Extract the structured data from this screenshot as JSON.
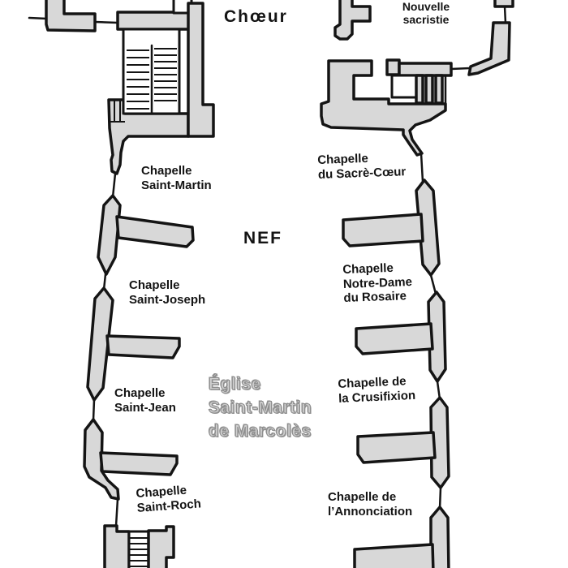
{
  "plan": {
    "title": {
      "line1": "Église",
      "line2": "Saint-Martin",
      "line3": "de Marcolès"
    },
    "areas": {
      "choeur": "Chœur",
      "nef": "NEF",
      "nouvelle_sacristie": {
        "line1": "Nouvelle",
        "line2": "sacristie"
      }
    },
    "chapels": {
      "saint_martin": {
        "line1": "Chapelle",
        "line2": "Saint-Martin"
      },
      "sacre_coeur": {
        "line1": "Chapelle",
        "line2": "du Sacrè-Cœur"
      },
      "saint_joseph": {
        "line1": "Chapelle",
        "line2": "Saint-Joseph"
      },
      "notre_dame_du_rosaire": {
        "line1": "Chapelle",
        "line2": "Notre-Dame",
        "line3": "du Rosaire"
      },
      "saint_jean": {
        "line1": "Chapelle",
        "line2": "Saint-Jean"
      },
      "crucifixion": {
        "line1": "Chapelle de",
        "line2": "la Crusifixion"
      },
      "saint_roch": {
        "line1": "Chapelle",
        "line2": "Saint-Roch"
      },
      "annonciation": {
        "line1": "Chapelle de",
        "line2": "l’Annonciation"
      }
    }
  },
  "colors": {
    "background": "#ffffff",
    "wall_fill": "#d8d8d8",
    "wall_outline": "#141414",
    "label_text": "#141414",
    "title_fill": "#cfcfcf",
    "title_outline": "#8f8f8f"
  }
}
